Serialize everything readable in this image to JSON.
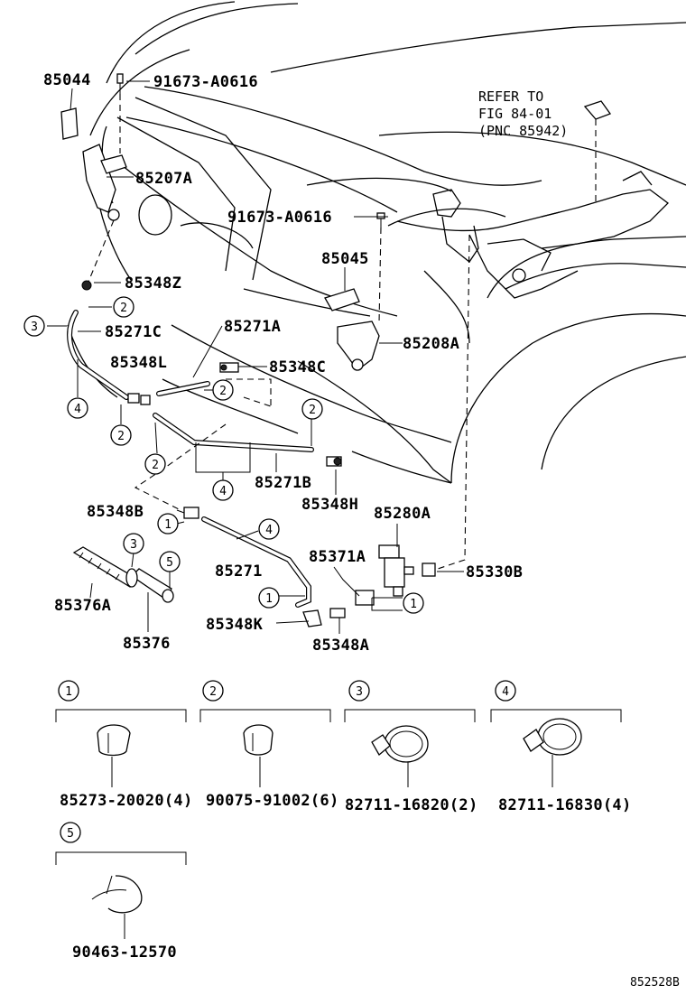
{
  "part_numbers": {
    "p85044": "85044",
    "p91673_top": "91673-A0616",
    "p85207A": "85207A",
    "p91673_mid": "91673-A0616",
    "p85045": "85045",
    "p85348Z": "85348Z",
    "p85271A": "85271A",
    "p85271C": "85271C",
    "p85208A": "85208A",
    "p85348L": "85348L",
    "p85348C": "85348C",
    "p85271B": "85271B",
    "p85348H": "85348H",
    "p85348B": "85348B",
    "p85280A": "85280A",
    "p85371A": "85371A",
    "p85271": "85271",
    "p85330B": "85330B",
    "p85376A": "85376A",
    "p85376": "85376",
    "p85348K": "85348K",
    "p85348A": "85348A"
  },
  "refer_note": {
    "line1": "REFER TO",
    "line2": "FIG 84-01",
    "line3": "(PNC 85942)"
  },
  "callout_numbers": {
    "one": "1",
    "two": "2",
    "three": "3",
    "four": "4",
    "five": "5"
  },
  "legend": [
    {
      "key": "1",
      "part": "85273-20020(4)"
    },
    {
      "key": "2",
      "part": "90075-91002(6)"
    },
    {
      "key": "3",
      "part": "82711-16820(2)"
    },
    {
      "key": "4",
      "part": "82711-16830(4)"
    },
    {
      "key": "5",
      "part": "90463-12570"
    }
  ],
  "figure_id": "852528B"
}
